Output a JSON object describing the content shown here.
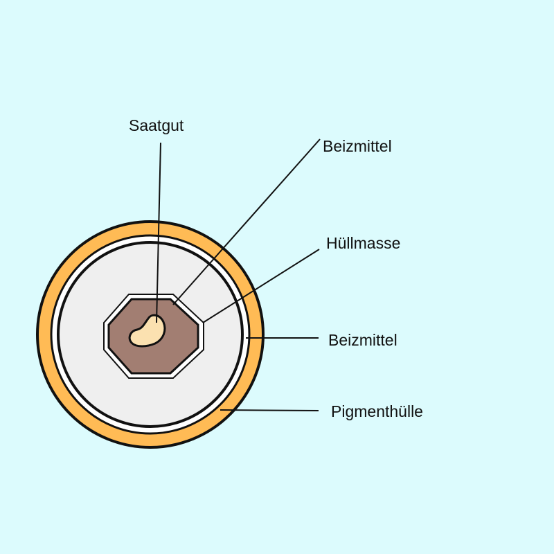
{
  "diagram": {
    "labels": {
      "seed": "Saatgut",
      "dressing_inner": "Beizmittel",
      "coating_mass": "Hüllmasse",
      "dressing_outer": "Beizmittel",
      "pigment_shell": "Pigmenthülle"
    },
    "colors": {
      "background": "#dcfbfd",
      "pigment_shell": "#ffbb55",
      "coating_mass": "#efefef",
      "dressing_layer": "#ffffff",
      "seed": "#a27e72",
      "embryo": "#fbe1b0",
      "outline": "#111111"
    }
  }
}
